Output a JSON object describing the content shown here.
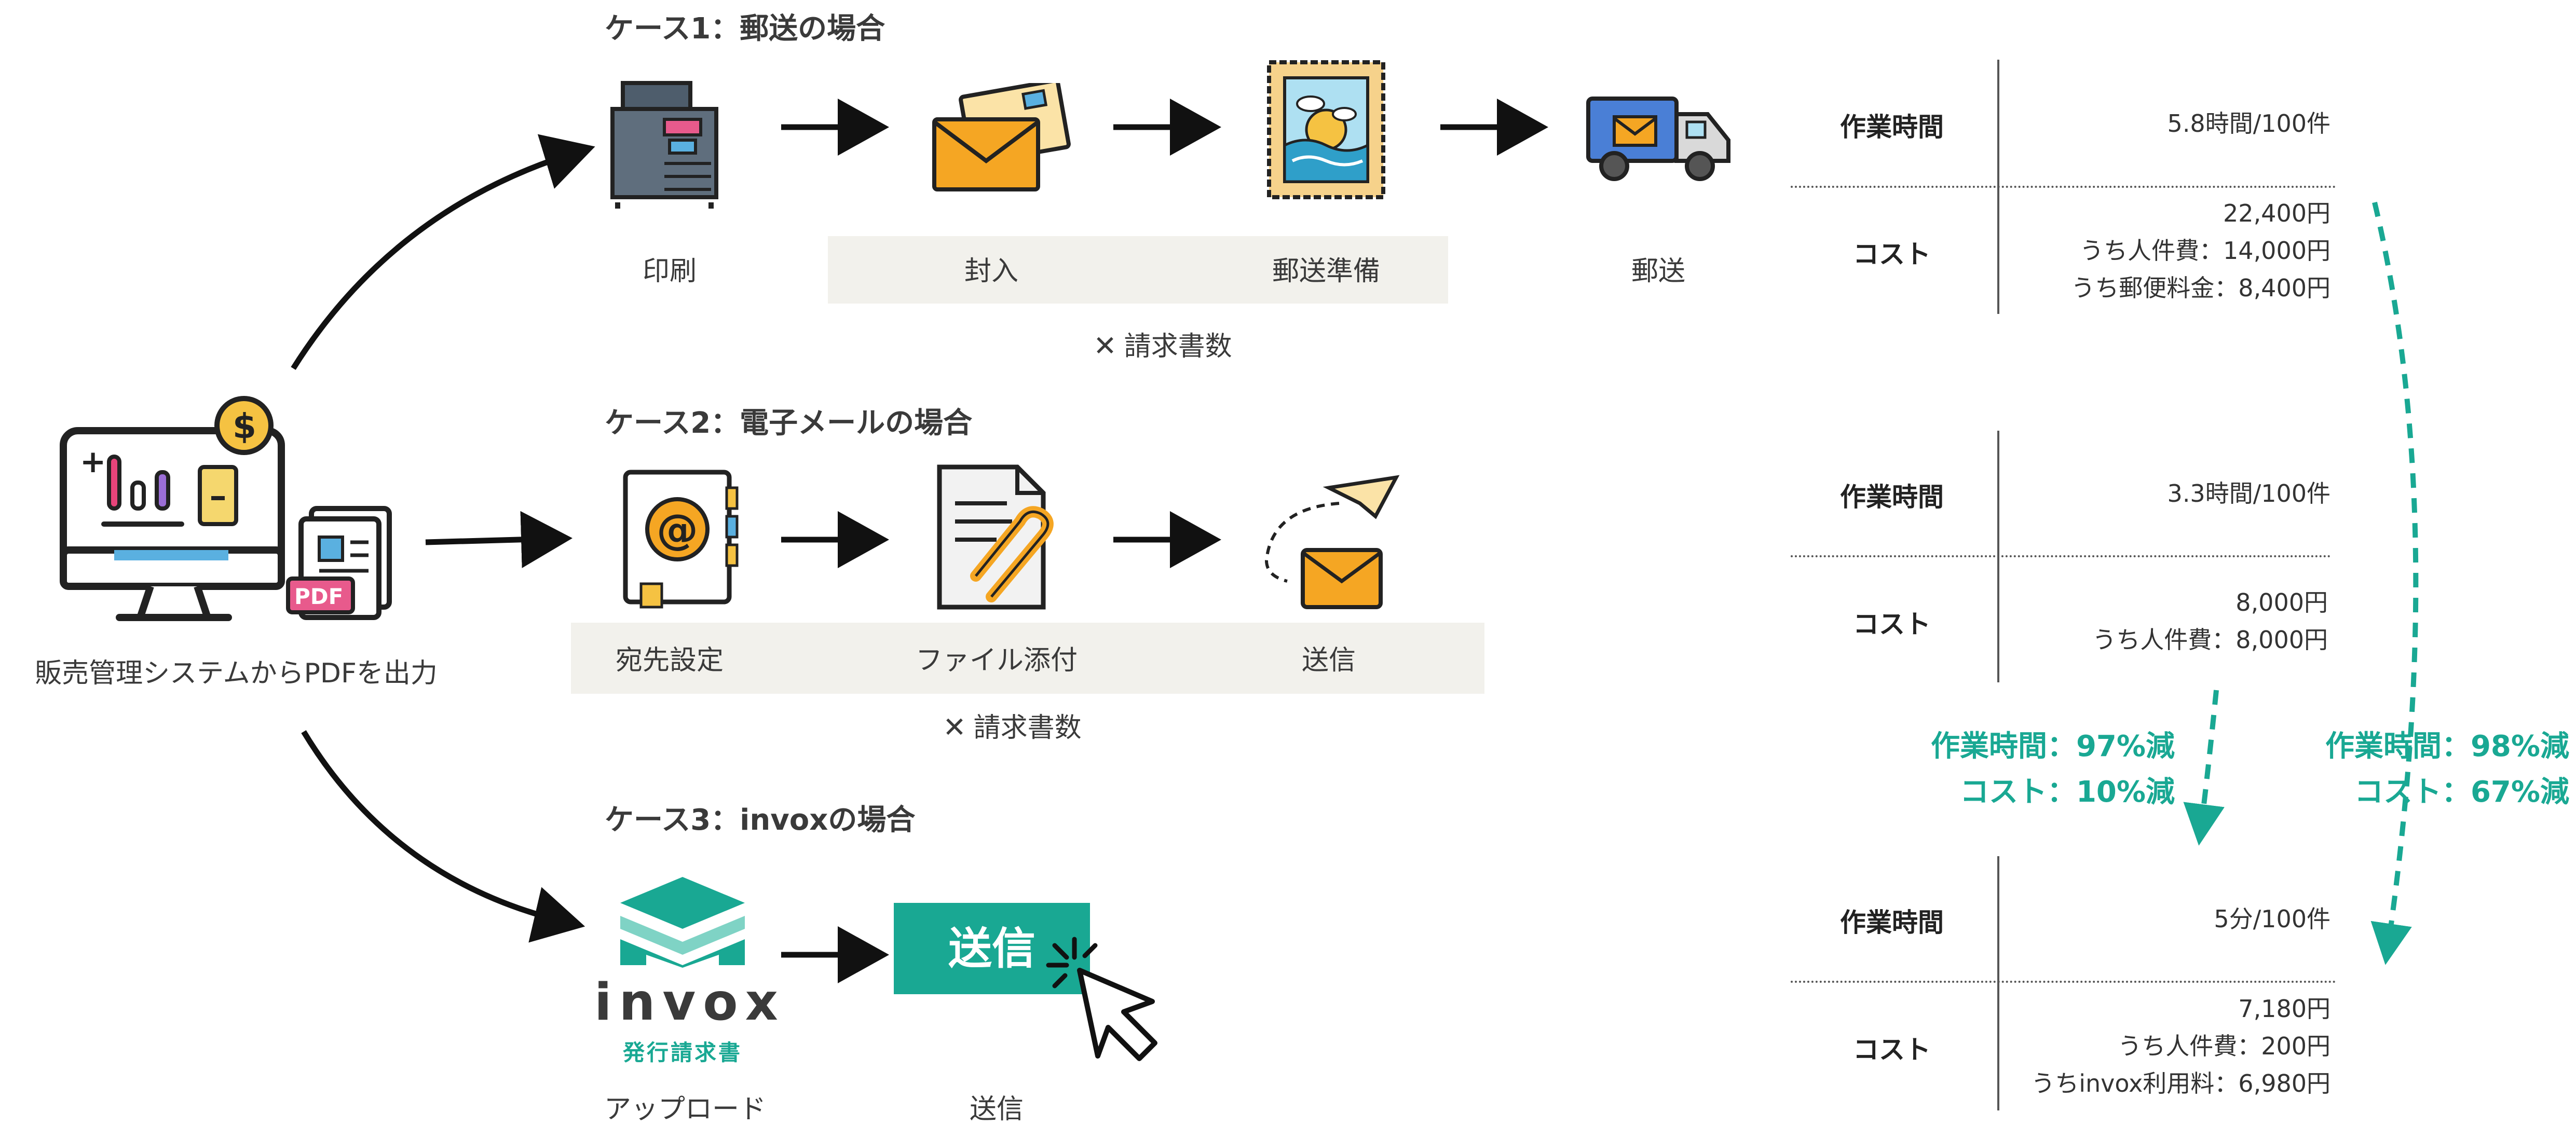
{
  "source": {
    "label": "販売管理システムからPDFを出力",
    "pdf_tag": "PDF"
  },
  "case1": {
    "title": "ケース1：郵送の場合",
    "steps": [
      "印刷",
      "封入",
      "郵送準備",
      "郵送"
    ],
    "multiplier": "請求書数"
  },
  "case2": {
    "title": "ケース2：電子メールの場合",
    "steps": [
      "宛先設定",
      "ファイル添付",
      "送信"
    ],
    "multiplier": "請求書数"
  },
  "case3": {
    "title": "ケース3：invoxの場合",
    "steps": [
      "アップロード",
      "送信"
    ],
    "button": "送信",
    "logo_word": "invox",
    "logo_sub": "発行請求書"
  },
  "tables": {
    "case1": {
      "time_key": "作業時間",
      "time_val": "5.8時間/100件",
      "cost_key": "コスト",
      "cost_lines": [
        "22,400円",
        "うち人件費：14,000円",
        "うち郵便料金：8,400円"
      ]
    },
    "case2": {
      "time_key": "作業時間",
      "time_val": "3.3時間/100件",
      "cost_key": "コスト",
      "cost_lines": [
        "8,000円",
        "うち人件費：8,000円"
      ]
    },
    "case3": {
      "time_key": "作業時間",
      "time_val": "5分/100件",
      "cost_key": "コスト",
      "cost_lines": [
        "7,180円",
        "うち人件費：200円",
        "うちinvox利用料：6,980円"
      ]
    }
  },
  "reductions": {
    "vs_email": [
      "作業時間：97%減",
      "コスト：10%減"
    ],
    "vs_mail": [
      "作業時間：98%減",
      "コスト：67%減"
    ]
  },
  "colors": {
    "accent": "#19a893",
    "band": "#f2f1ec",
    "envelope": "#f5a623",
    "truck": "#4a7fd6"
  }
}
